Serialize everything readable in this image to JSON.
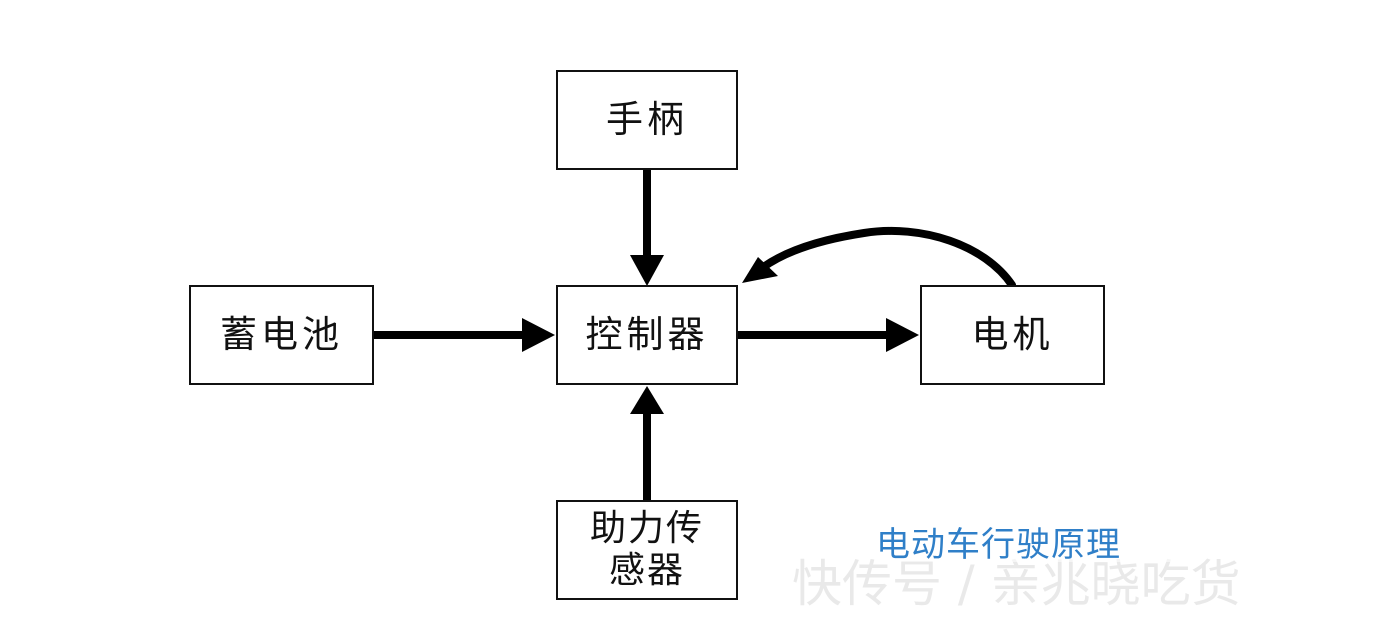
{
  "nodes": {
    "handle": "手柄",
    "battery": "蓄电池",
    "controller": "控制器",
    "motor": "电机",
    "sensor_line1": "助力传",
    "sensor_line2": "感器"
  },
  "caption": "电动车行驶原理",
  "watermark": "快传号 / 亲兆晓吃货"
}
